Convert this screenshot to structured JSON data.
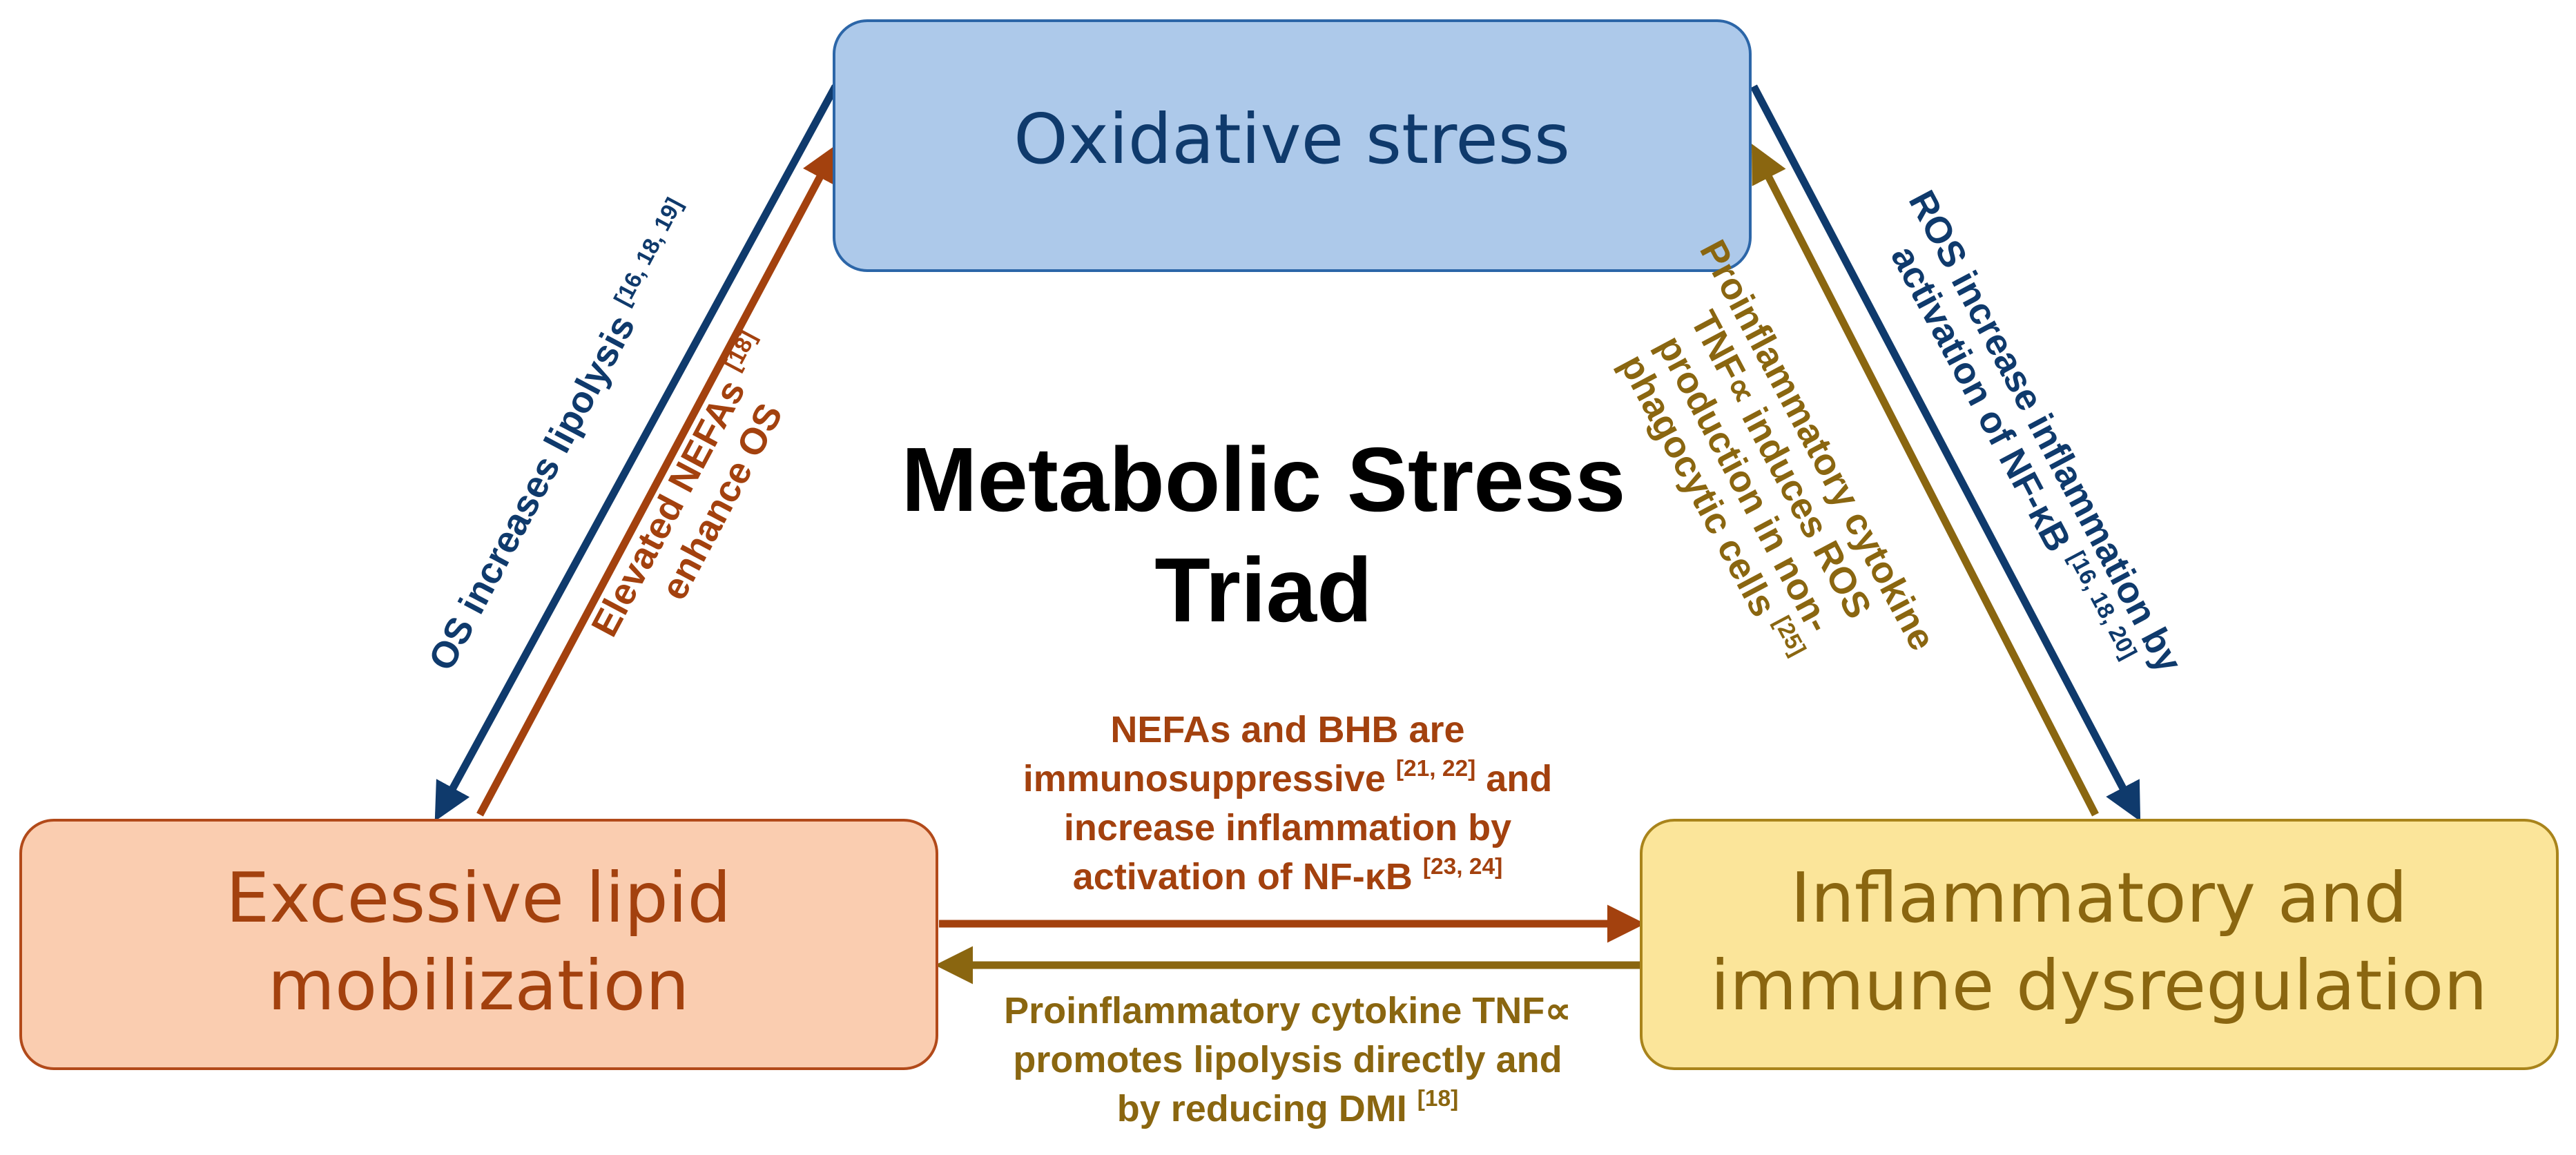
{
  "title": {
    "line1": "Metabolic Stress",
    "line2": "Triad"
  },
  "colors": {
    "navy": "#0f3a6c",
    "rust": "#a3410e",
    "olive": "#8a6610",
    "oxidative_fill": "#adc9ea",
    "oxidative_stroke": "#2c66a8",
    "lipid_fill": "#facdb0",
    "lipid_stroke": "#b24a1a",
    "inflam_fill": "#fbe59a",
    "inflam_stroke": "#a9841b"
  },
  "nodes": {
    "oxidative": {
      "label": "Oxidative stress"
    },
    "lipid": {
      "line1": "Excessive lipid",
      "line2": "mobilization"
    },
    "inflammatory": {
      "line1": "Inflammatory and",
      "line2": "immune dysregulation"
    }
  },
  "edges": {
    "os_lipolysis": {
      "text": "OS increases lipolysis",
      "ref": "[16, 18, 19]"
    },
    "nefa_os": {
      "line1": "Elevated NEFAs",
      "line2": "enhance OS",
      "ref": "[18]"
    },
    "ros_inflammation": {
      "line1": "ROS increase inflammation by",
      "line2": "activation of NF-κB",
      "ref": "[16, 18, 20]"
    },
    "tnf_ros": {
      "line1": "Proinflammatory cytokine",
      "line2": "TNF∝ induces ROS",
      "line3": "production in non-",
      "line4": "phagocytic cells",
      "ref": "[25]"
    },
    "nefa_bhb": {
      "line1": "NEFAs and BHB are",
      "line2a": "immunosuppressive",
      "ref1": "[21, 22]",
      "line2b": "and",
      "line3": "increase inflammation by",
      "line4a": "activation of NF-κB",
      "ref2": "[23, 24]"
    },
    "tnf_lipolysis": {
      "line1": "Proinflammatory cytokine TNF∝",
      "line2": "promotes lipolysis directly and",
      "line3": "by reducing DMI",
      "ref": "[18]"
    }
  }
}
